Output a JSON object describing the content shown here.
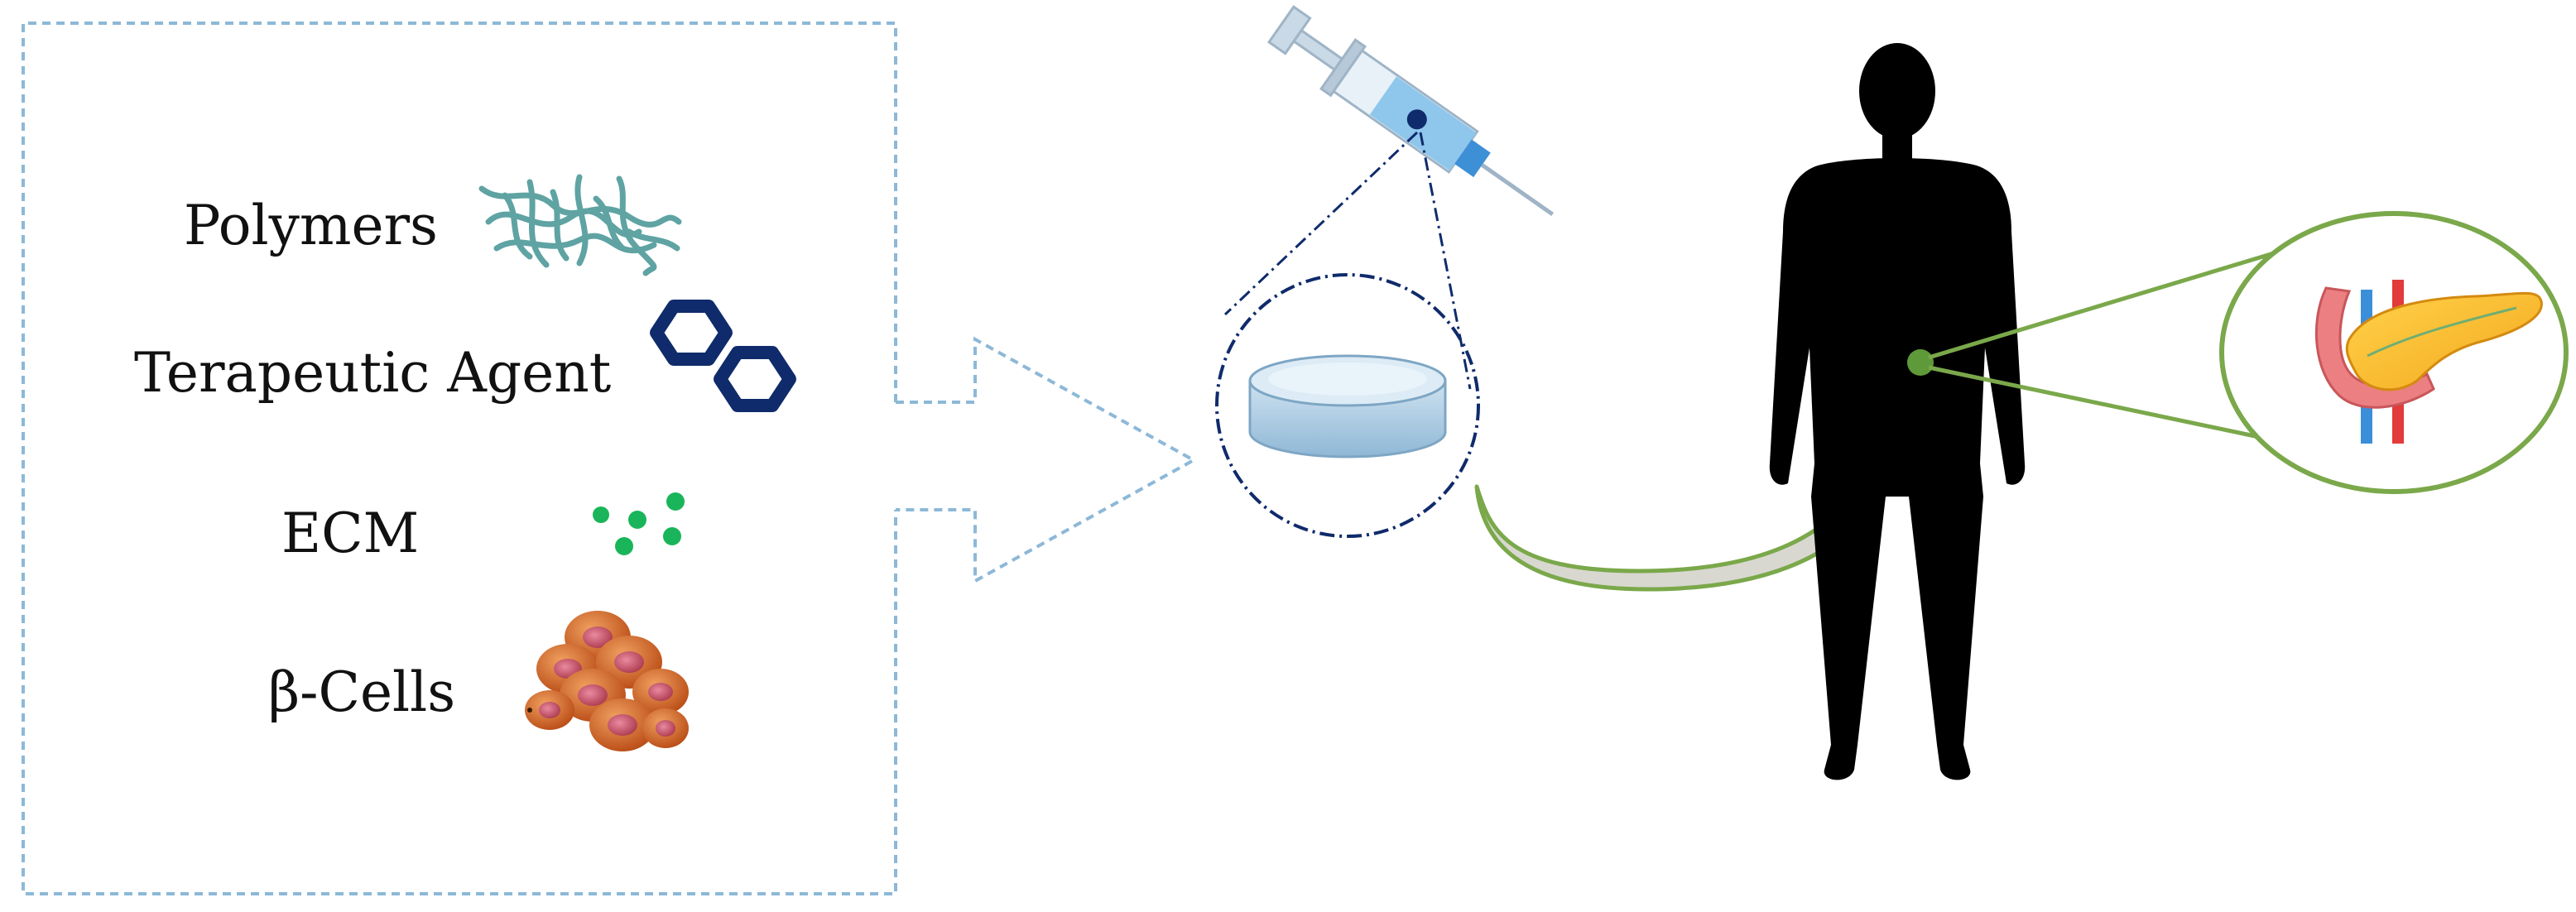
{
  "ingredients": {
    "polymers": "Polymers",
    "therapeutic_agent": "Terapeutic Agent",
    "ecm": "ECM",
    "beta_cells": "β-Cells"
  },
  "icons": {
    "polymers": "polymer-fibers-icon",
    "therapeutic_agent": "hexagon-molecule-icon",
    "ecm": "green-dots-icon",
    "beta_cells": "beta-cell-cluster-icon",
    "injection": "syringe-icon",
    "scaffold": "hydrogel-disc-icon",
    "body": "human-silhouette-icon",
    "target_organ": "pancreas-icon"
  },
  "colors": {
    "box_border": "#8db8d8",
    "flow_arrow": "#8db8d8",
    "polymer": "#5fa3a3",
    "agent": "#0f2b6b",
    "ecm": "#1ab55a",
    "cells": "#c8501e",
    "implant_arrow": "#7aa84a",
    "body": "#000000",
    "focus_ring": "#0f2b6b"
  }
}
